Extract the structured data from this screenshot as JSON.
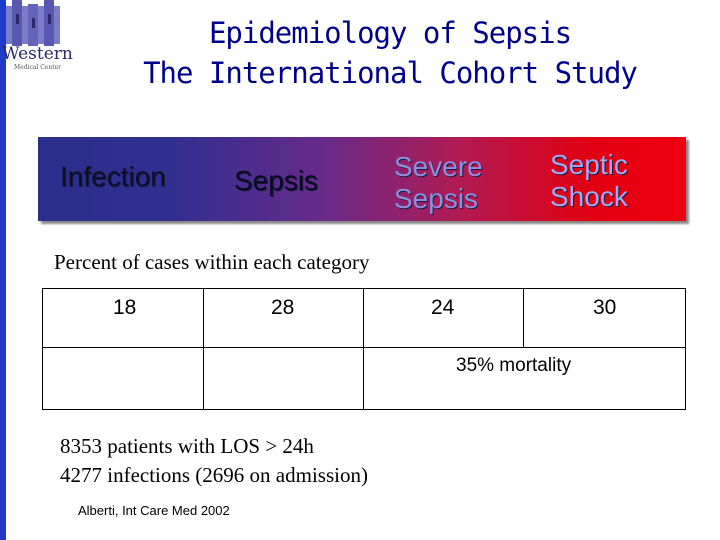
{
  "logo": {
    "name": "Western",
    "subtitle": "Medical Center"
  },
  "title": {
    "line1": "Epidemiology of Sepsis",
    "line2": "The International Cohort Study"
  },
  "banner": {
    "stages": [
      "Infection",
      "Sepsis",
      "Severe Sepsis",
      "Septic Shock"
    ]
  },
  "caption": "Percent of cases within each category",
  "percentages": [
    "18",
    "28",
    "24",
    "30"
  ],
  "mortality": "35% mortality",
  "info": {
    "line1": "8353 patients with LOS > 24h",
    "line2": "4277 infections (2696 on admission)"
  },
  "citation": "Alberti, Int Care Med 2002",
  "colors": {
    "title": "#00008b",
    "sidebar": "#1e3cc8",
    "banner_start": "#2b2e8a",
    "banner_end": "#ee0010"
  }
}
